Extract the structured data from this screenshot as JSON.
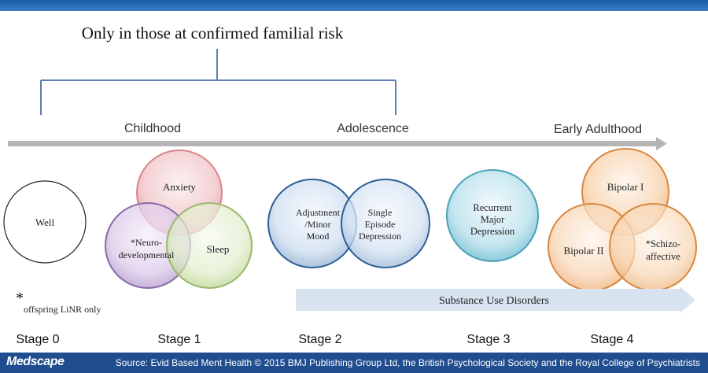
{
  "header": {
    "familial_risk_label": "Only in those at confirmed familial risk"
  },
  "timeline": {
    "labels": [
      "Childhood",
      "Adolescence",
      "Early Adulthood"
    ]
  },
  "stage0": {
    "well_label": "Well",
    "footnote_star": "*",
    "footnote_text": "offspring LiNR only"
  },
  "stage1": {
    "anxiety_label": "Anxiety",
    "neuro_label_line1": "*Neuro-",
    "neuro_label_line2": "developmental",
    "sleep_label": "Sleep"
  },
  "stage2": {
    "adjustment_line1": "Adjustment",
    "adjustment_line2": "/Minor",
    "adjustment_line3": "Mood",
    "single_line1": "Single",
    "single_line2": "Episode",
    "single_line3": "Depression"
  },
  "stage3": {
    "recurrent_line1": "Recurrent",
    "recurrent_line2": "Major",
    "recurrent_line3": "Depression"
  },
  "stage4": {
    "bipolar1_label": "Bipolar I",
    "bipolar2_label": "Bipolar II",
    "schizo_line1": "*Schizo-",
    "schizo_line2": "affective"
  },
  "substance_label": "Substance Use Disorders",
  "stages": [
    "Stage 0",
    "Stage 1",
    "Stage 2",
    "Stage 3",
    "Stage 4"
  ],
  "footer": {
    "brand": "Medscape",
    "source": "Source: Evid Based Ment Health © 2015 BMJ Publishing Group Ltd, the British Psychological Society and the Royal College of Psychiatrists"
  },
  "colors": {
    "top_bar": "#2a66b5",
    "bracket": "#5b7fb5",
    "timeline_arrow": "#b5b5b5",
    "anxiety": "#d9868b",
    "neuro": "#8a6aa8",
    "sleep": "#9ab86a",
    "blue_circle": "#2f5f98",
    "teal_circle": "#4ba2b8",
    "orange_circle": "#d9883f",
    "substance_arrow": "#d7e4f0",
    "footer": "#1f4d8f"
  }
}
